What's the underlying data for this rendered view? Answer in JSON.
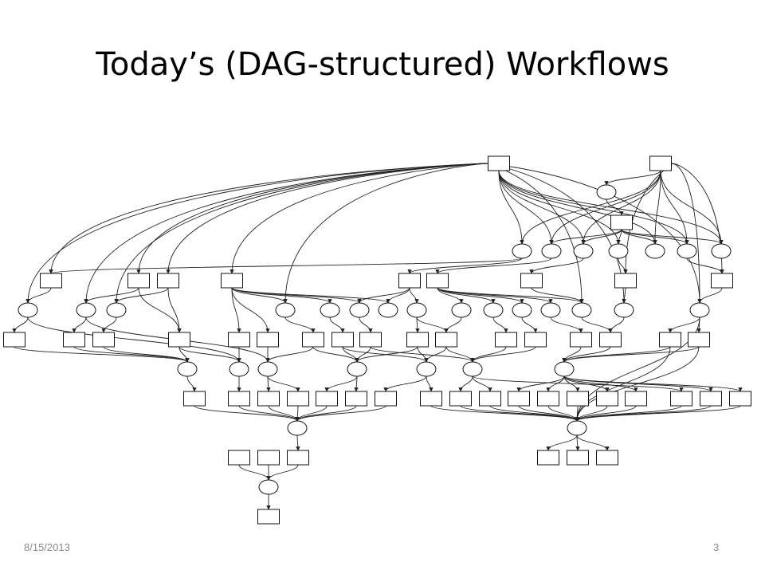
{
  "slide": {
    "title": "Today’s (DAG-structured) Workflows",
    "date": "8/15/2013",
    "page_number": "3"
  },
  "diagram": {
    "node_shapes": [
      "rectangle",
      "ellipse"
    ],
    "edge_style": "directed-arrow",
    "colors": {
      "stroke": "#111111",
      "fill": "#ffffff",
      "footer_text": "#8b8b8b"
    }
  }
}
